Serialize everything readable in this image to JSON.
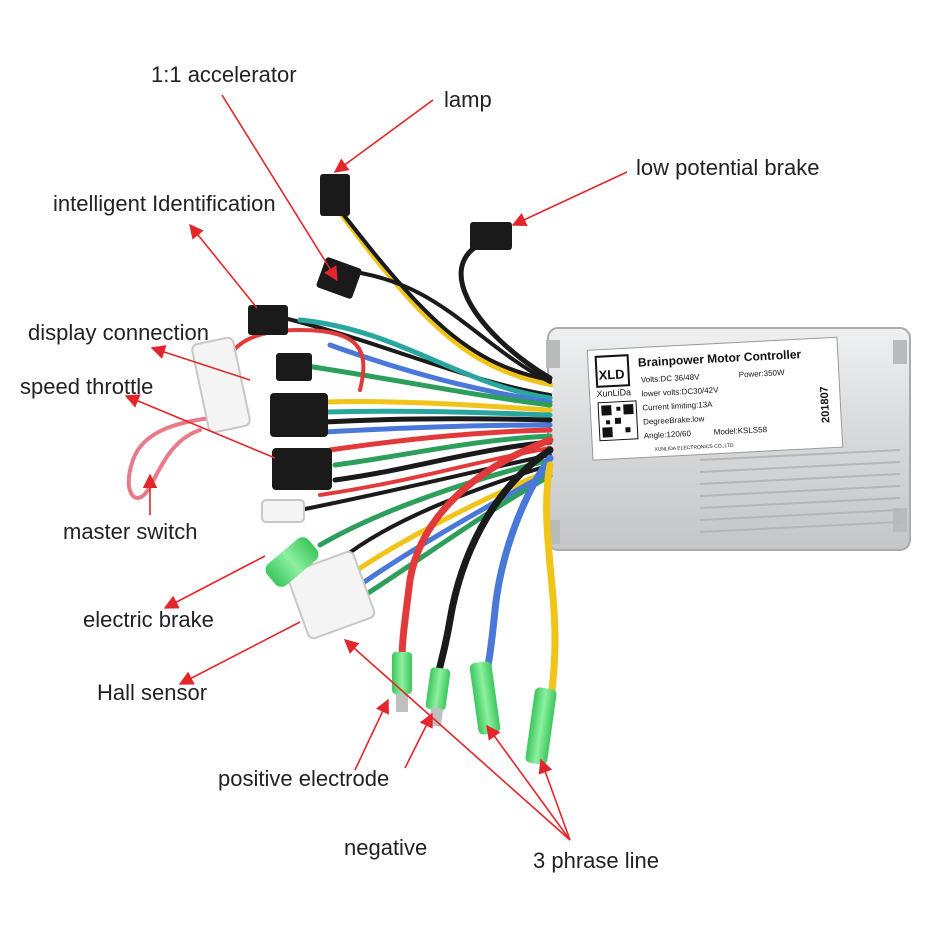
{
  "labels": {
    "accelerator": "1:1 accelerator",
    "lamp": "lamp",
    "low_potential_brake": "low potential brake",
    "intelligent_identification": "intelligent Identification",
    "display_connection": "display connection",
    "speed_throttle": "speed throttle",
    "master_switch": "master switch",
    "electric_brake": "electric brake",
    "hall_sensor": "Hall sensor",
    "positive_electrode": "positive electrode",
    "negative": "negative",
    "three_phase_line": "3 phrase line"
  },
  "controller": {
    "logo": "XLD",
    "brand": "XunLiDa",
    "title": "Brainpower Motor Controller",
    "volts": "Volts:DC 36/48V",
    "power": "Power:350W",
    "lower_volts": "lower volts:DC30/42V",
    "current_limiting": "Current limiting:13A",
    "degree_brake": "DegreeBrake:low",
    "angle": "Angle:120/60",
    "model": "Model:KSLS58",
    "date_code": "201807",
    "maker": "XUNLIDA ELECTRONICS CO.,LTD"
  },
  "colors": {
    "arrow": "#e3262b",
    "housing": "#d8dadc",
    "wire_red": "#e23a3a",
    "wire_black": "#1a1a1a",
    "wire_blue": "#4a78d8",
    "wire_yellow": "#f0c419",
    "wire_green": "#2e9e5b",
    "terminal_green": "#5fe07a"
  }
}
